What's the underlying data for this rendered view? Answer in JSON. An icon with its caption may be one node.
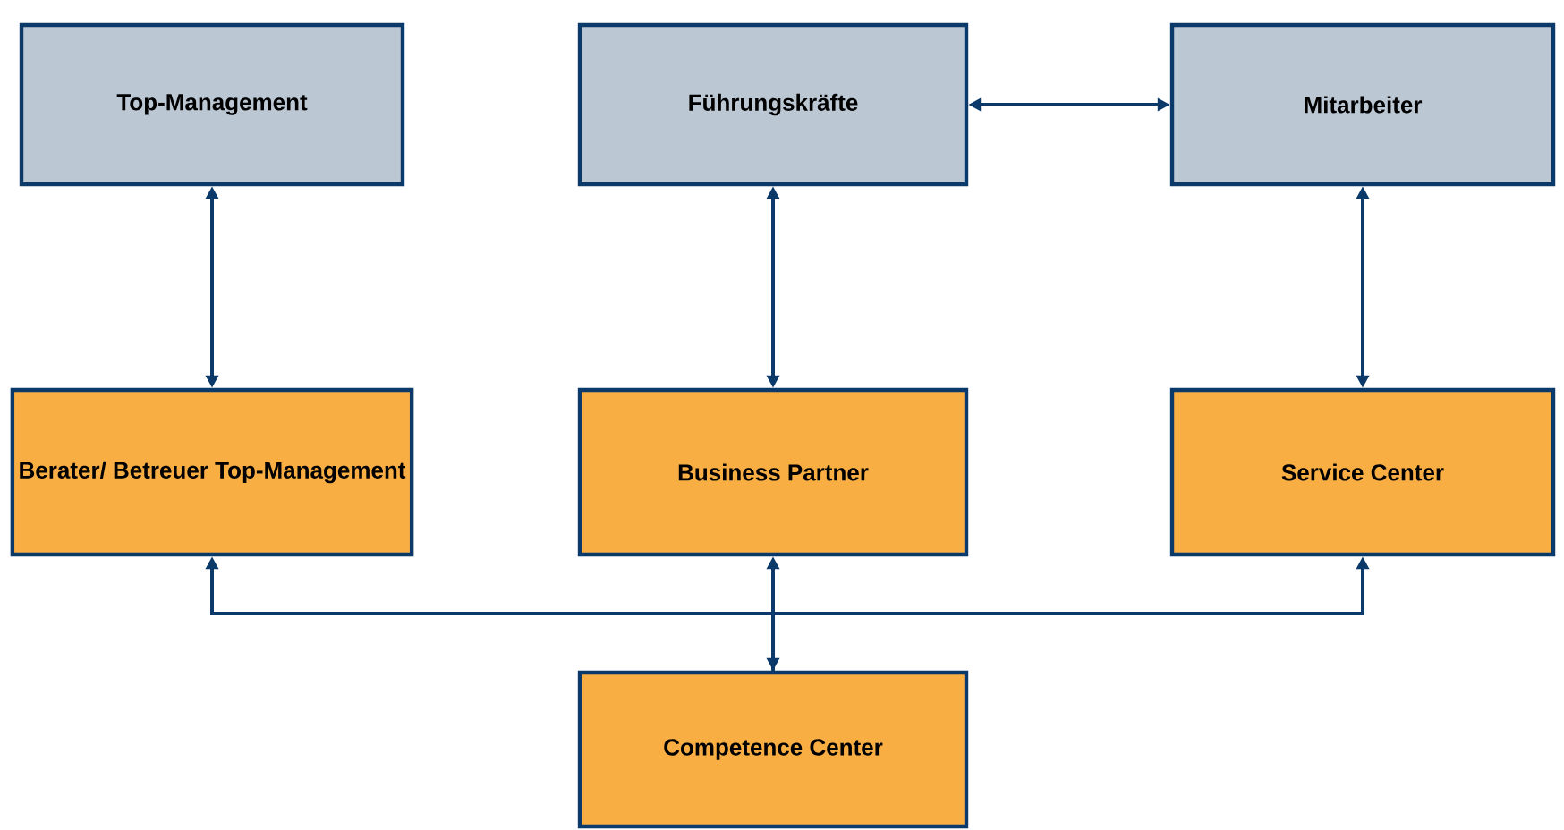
{
  "diagram": {
    "nodes": [
      {
        "text": [
          "Top-Management"
        ]
      },
      {
        "text": [
          "Führungskräfte"
        ]
      },
      {
        "text": [
          "Mitarbeiter"
        ]
      },
      {
        "text": [
          "Berater/ Betreuer Top-Management"
        ]
      },
      {
        "text": [
          "Business Partner"
        ]
      },
      {
        "text": [
          "Service Center"
        ]
      },
      {
        "text": [
          "Competence Center"
        ]
      }
    ],
    "edges": [
      {
        "from": 3,
        "to": 0,
        "arrow": "both"
      },
      {
        "from": 4,
        "to": 1,
        "arrow": "both"
      },
      {
        "from": 1,
        "to": 2,
        "arrow": "both"
      },
      {
        "from": 5,
        "to": 2,
        "arrow": "both"
      },
      {
        "from": 6,
        "to": 4,
        "arrow": "both"
      },
      {
        "from": 6,
        "to": 3,
        "arrow": "to"
      },
      {
        "from": 6,
        "to": 5,
        "arrow": "to"
      }
    ]
  }
}
